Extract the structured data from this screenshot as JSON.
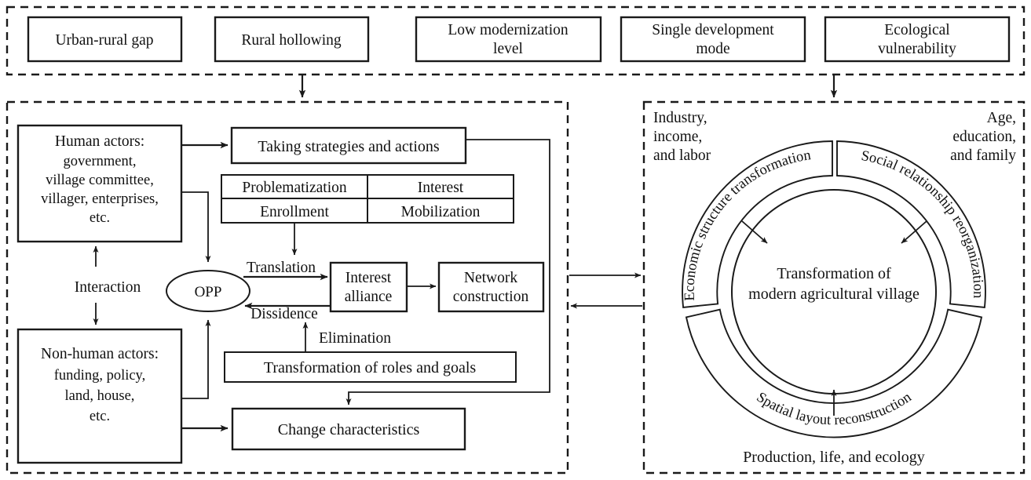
{
  "top_panel": {
    "boxes": [
      {
        "label": "Urban-rural gap"
      },
      {
        "label": "Rural hollowing"
      },
      {
        "label_l1": "Low modernization",
        "label_l2": "level"
      },
      {
        "label_l1": "Single development",
        "label_l2": "mode"
      },
      {
        "label_l1": "Ecological",
        "label_l2": "vulnerability"
      }
    ]
  },
  "left_panel": {
    "human_actors": {
      "l1": "Human actors:",
      "l2": "government,",
      "l3": "village committee,",
      "l4": "villager, enterprises,",
      "l5": "etc."
    },
    "non_human_actors": {
      "l1": "Non-human actors:",
      "l2": "funding, policy,",
      "l3": "land, house,",
      "l4": "etc."
    },
    "interaction_label": "Interaction",
    "opp_label": "OPP",
    "taking_strategies": "Taking strategies and actions",
    "matrix": {
      "r1c1": "Problematization",
      "r1c2": "Interest",
      "r2c1": "Enrollment",
      "r2c2": "Mobilization"
    },
    "translation_label": "Translation",
    "dissidence_label": "Dissidence",
    "elimination_label": "Elimination",
    "interest_alliance": {
      "l1": "Interest",
      "l2": "alliance"
    },
    "network_construction": {
      "l1": "Network",
      "l2": "construction"
    },
    "transformation_roles": "Transformation of roles and goals",
    "change_characteristics": "Change characteristics"
  },
  "right_panel": {
    "corner_left": {
      "l1": "Industry,",
      "l2": "income,",
      "l3": "and labor"
    },
    "corner_right": {
      "l1": "Age,",
      "l2": "education,",
      "l3": "and family"
    },
    "bottom_caption": "Production, life, and ecology",
    "center": {
      "l1": "Transformation of",
      "l2": "modern agricultural village"
    },
    "arcs": {
      "left": "Economic structure transformation",
      "right": "Social relationship reorganization",
      "bottom": "Spatial layout reconstruction"
    }
  },
  "colors": {
    "ink": "#1a1a1a",
    "paper": "#ffffff"
  }
}
